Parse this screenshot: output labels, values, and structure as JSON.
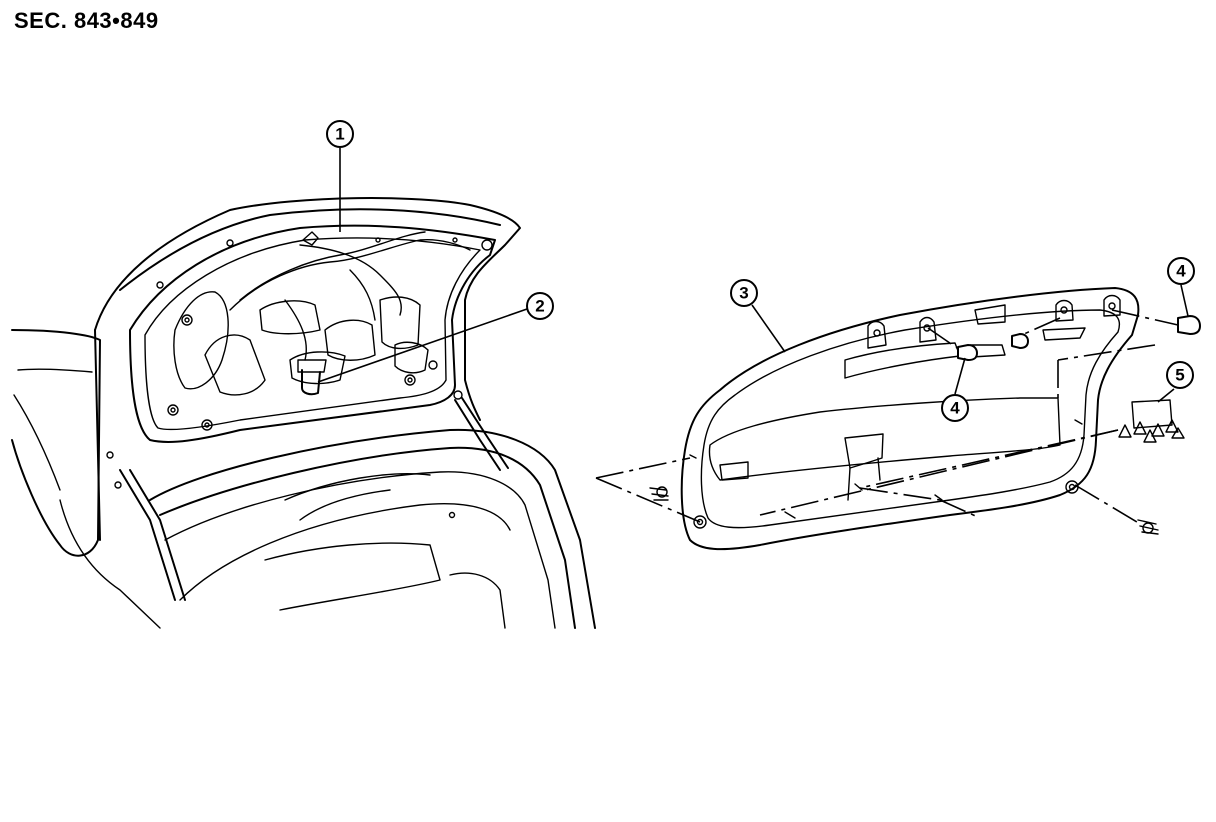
{
  "title": "SEC. 843•849",
  "callouts": {
    "c1": "1",
    "c2": "2",
    "c3": "3",
    "c4a": "4",
    "c4b": "4",
    "c5": "5"
  }
}
